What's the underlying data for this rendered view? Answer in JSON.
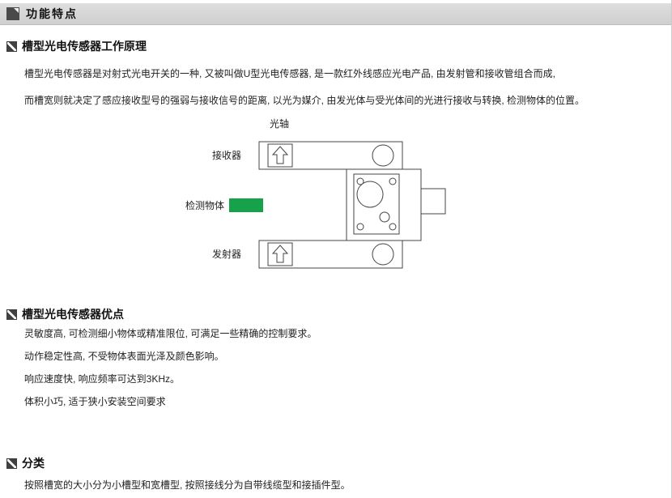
{
  "header": {
    "title": "功能特点",
    "icon": "fold-corner-icon"
  },
  "sections": {
    "principle": {
      "title": "槽型光电传感器工作原理",
      "bullet_icon": "diagonal-square-icon",
      "paragraphs": [
        "槽型光电传感器是对射式光电开关的一种, 又被叫做U型光电传感器, 是一款红外线感应光电产品, 由发射管和接收管组合而成,",
        "而槽宽则就决定了感应接收型号的强弱与接收信号的距离, 以光为媒介, 由发光体与受光体间的光进行接收与转换, 检测物体的位置。"
      ],
      "diagram": {
        "labels": {
          "optical_axis": "光轴",
          "receiver": "接收器",
          "detected_object": "检测物体",
          "emitter": "发射器"
        },
        "object_color": "#18a14b",
        "line_color": "#444444"
      }
    },
    "advantages": {
      "title": "槽型光电传感器优点",
      "bullet_icon": "diagonal-square-icon",
      "items": [
        "灵敏度高, 可检测细小物体或精准限位, 可满足一些精确的控制要求。",
        "动作稳定性高, 不受物体表面光泽及颜色影响。",
        "响应速度快, 响应频率可达到3KHz。",
        "体积小巧, 适于狭小安装空间要求"
      ]
    },
    "classification": {
      "title": "分类",
      "bullet_icon": "diagonal-square-icon",
      "items": [
        "按照槽宽的大小分为小槽型和宽槽型, 按照接线分为自带线缆型和接插件型。"
      ]
    }
  }
}
